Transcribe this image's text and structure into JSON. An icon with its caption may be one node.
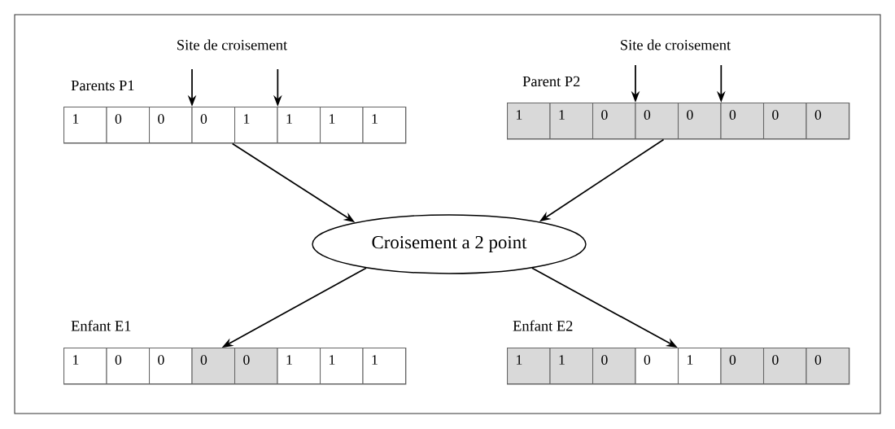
{
  "diagram": {
    "nodes": [
      {
        "text": [
          "Site de croisement"
        ]
      },
      {
        "text": [
          "Parents P1"
        ]
      },
      {
        "text": [
          "1"
        ],
        "in": 1
      },
      {
        "text": [
          "0"
        ],
        "in": 1
      },
      {
        "text": [
          "0"
        ],
        "in": 1
      },
      {
        "text": [
          "0"
        ],
        "in": 1
      },
      {
        "text": [
          "1"
        ],
        "in": 1
      },
      {
        "text": [
          "1"
        ],
        "in": 1
      },
      {
        "text": [
          "1"
        ],
        "in": 1
      },
      {
        "text": [
          "1"
        ],
        "in": 1
      },
      {
        "text": [
          "Site de croisement"
        ]
      },
      {
        "text": [
          "Parent P2"
        ]
      },
      {
        "text": [
          "1"
        ],
        "in": 11
      },
      {
        "text": [
          "1"
        ],
        "in": 11
      },
      {
        "text": [
          "0"
        ],
        "in": 11
      },
      {
        "text": [
          "0"
        ],
        "in": 11
      },
      {
        "text": [
          "0"
        ],
        "in": 11
      },
      {
        "text": [
          "0"
        ],
        "in": 11
      },
      {
        "text": [
          "0"
        ],
        "in": 11
      },
      {
        "text": [
          "0"
        ],
        "in": 11
      },
      {
        "text": [
          "Croisement a 2 point"
        ]
      },
      {
        "text": [
          "Enfant E1"
        ]
      },
      {
        "text": [
          "1"
        ],
        "in": 21
      },
      {
        "text": [
          "0"
        ],
        "in": 21
      },
      {
        "text": [
          "0"
        ],
        "in": 21
      },
      {
        "text": [
          "0"
        ],
        "in": 21
      },
      {
        "text": [
          "0"
        ],
        "in": 21
      },
      {
        "text": [
          "1"
        ],
        "in": 21
      },
      {
        "text": [
          "1"
        ],
        "in": 21
      },
      {
        "text": [
          "1"
        ],
        "in": 21
      },
      {
        "text": [
          "Enfant E2"
        ]
      },
      {
        "text": [
          "1"
        ],
        "in": 30
      },
      {
        "text": [
          "1"
        ],
        "in": 30
      },
      {
        "text": [
          "0"
        ],
        "in": 30
      },
      {
        "text": [
          "0"
        ],
        "in": 30
      },
      {
        "text": [
          "1"
        ],
        "in": 30
      },
      {
        "text": [
          "0"
        ],
        "in": 30
      },
      {
        "text": [
          "0"
        ],
        "in": 30
      },
      {
        "text": [
          "0"
        ],
        "in": 30
      }
    ],
    "edges": [
      {
        "from": 0,
        "to": 1,
        "arrow": "to"
      },
      {
        "from": 0,
        "to": 1,
        "arrow": "to"
      },
      {
        "from": 10,
        "to": 11,
        "arrow": "to"
      },
      {
        "from": 10,
        "to": 11,
        "arrow": "to"
      },
      {
        "from": 1,
        "to": 20,
        "arrow": "to"
      },
      {
        "from": 11,
        "to": 20,
        "arrow": "to"
      },
      {
        "from": 20,
        "to": 21,
        "arrow": "to"
      },
      {
        "from": 20,
        "to": 30,
        "arrow": "to"
      }
    ]
  }
}
